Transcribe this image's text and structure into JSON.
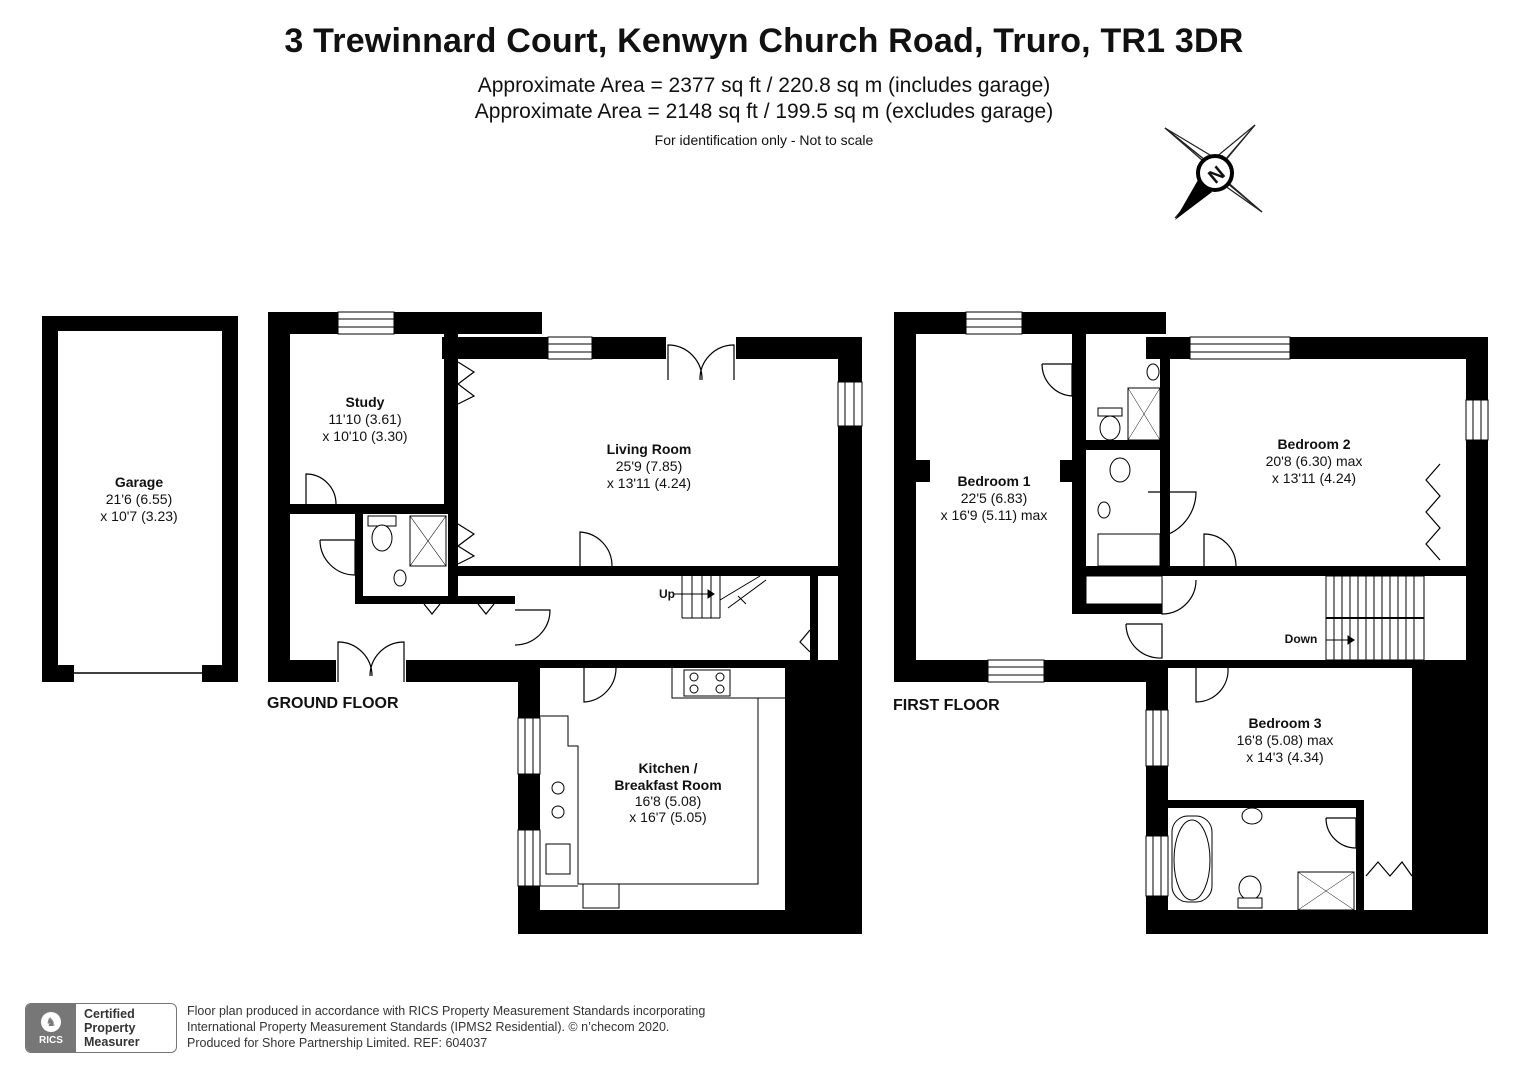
{
  "header": {
    "title": "3 Trewinnard Court, Kenwyn Church Road, Truro, TR1 3DR",
    "area_including": "Approximate Area = 2377 sq ft / 220.8 sq m (includes garage)",
    "area_excluding": "Approximate Area = 2148 sq ft / 199.5 sq m (excludes garage)",
    "note": "For identification only - Not to scale"
  },
  "compass": {
    "letter": "N",
    "icon": "compass-north-icon"
  },
  "floors": {
    "ground": {
      "label": "GROUND FLOOR"
    },
    "first": {
      "label": "FIRST FLOOR"
    }
  },
  "rooms": {
    "garage": {
      "name": "Garage",
      "dim1": "21'6 (6.55)",
      "dim2": "x 10'7 (3.23)"
    },
    "study": {
      "name": "Study",
      "dim1": "11'10 (3.61)",
      "dim2": "x 10'10 (3.30)"
    },
    "living": {
      "name": "Living Room",
      "dim1": "25'9 (7.85)",
      "dim2": "x 13'11 (4.24)"
    },
    "kitchen": {
      "name1": "Kitchen /",
      "name2": "Breakfast Room",
      "dim1": "16'8 (5.08)",
      "dim2": "x 16'7 (5.05)"
    },
    "bedroom1": {
      "name": "Bedroom 1",
      "dim1": "22'5 (6.83)",
      "dim2": "x 16'9 (5.11) max"
    },
    "bedroom2": {
      "name": "Bedroom 2",
      "dim1": "20'8 (6.30) max",
      "dim2": "x 13'11 (4.24)"
    },
    "bedroom3": {
      "name": "Bedroom 3",
      "dim1": "16'8 (5.08) max",
      "dim2": "x 14'3 (4.34)"
    }
  },
  "stairs": {
    "up": "Up",
    "down": "Down"
  },
  "footer": {
    "badge_mark": "RICS",
    "badge_line1": "Certified",
    "badge_line2": "Property",
    "badge_line3": "Measurer",
    "line1": "Floor plan produced in accordance with RICS Property Measurement Standards incorporating",
    "line2": "International Property Measurement Standards (IPMS2 Residential).   © n’checom 2020.",
    "line3": "Produced for Shore Partnership Limited.   REF:  604037"
  },
  "colors": {
    "wall": "#000000",
    "badge": "#777777"
  }
}
